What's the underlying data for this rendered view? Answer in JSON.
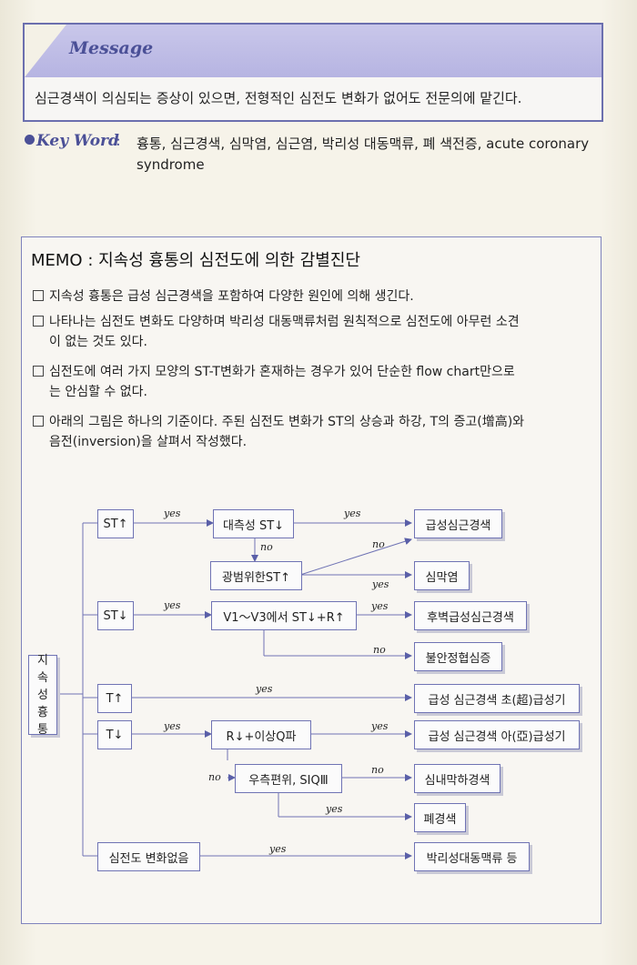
{
  "message": {
    "title": "Message",
    "text": "심근경색이 의심되는 증상이 있으면, 전형적인 심전도 변화가 없어도 전문의에 맡긴다."
  },
  "keyword": {
    "label": "Key Word",
    "colon": ":",
    "text": "흉통, 심근경색, 심막염, 심근염, 박리성 대동맥류, 폐 색전증, acute coronary syndrome"
  },
  "memo": {
    "title": "MEMO : 지속성 흉통의 심전도에 의한 감별진단",
    "items": [
      {
        "line1": "지속성 흉통은 급성 심근경색을 포함하여 다양한 원인에 의해 생긴다.",
        "line2": ""
      },
      {
        "line1": "나타나는 심전도 변화도 다양하며 박리성 대동맥류처럼 원칙적으로 심전도에 아무런 소견",
        "line2": "이 없는 것도 있다."
      },
      {
        "line1": "심전도에 여러 가지 모양의 ST-T변화가 혼재하는 경우가 있어 단순한 flow chart만으로",
        "line2": "는 안심할 수 없다."
      },
      {
        "line1": "아래의 그림은 하나의 기준이다. 주된 심전도 변화가 ST의 상승과 하강, T의 증고(增高)와",
        "line2": "음전(inversion)을 살펴서 작성했다."
      }
    ]
  },
  "flowchart": {
    "root": [
      "지",
      "속",
      "성",
      "",
      "흉",
      "통"
    ],
    "nodes": {
      "st_up": "ST↑",
      "st_down": "ST↓",
      "t_up": "T↑",
      "t_down": "T↓",
      "no_change": "심전도 변화없음",
      "reciprocal": "대측성 ST↓",
      "diffuse": "광범위한ST↑",
      "v1v3": "V1〜V3에서 ST↓+R↑",
      "r_q": "R↓+이상Q파",
      "right_axis": "우측편위, SIQⅢ"
    },
    "results": {
      "ami": "급성심근경색",
      "pericarditis": "심막염",
      "posterior_ami": "후벽급성심근경색",
      "unstable": "불안정협심증",
      "hyperacute": "급성 심근경색 초(超)급성기",
      "subacute": "급성 심근경색 아(亞)급성기",
      "subendo": "심내막하경색",
      "pe": "폐경색",
      "dissection": "박리성대동맥류 등"
    },
    "labels": {
      "yes": "yes",
      "no": "no"
    }
  }
}
